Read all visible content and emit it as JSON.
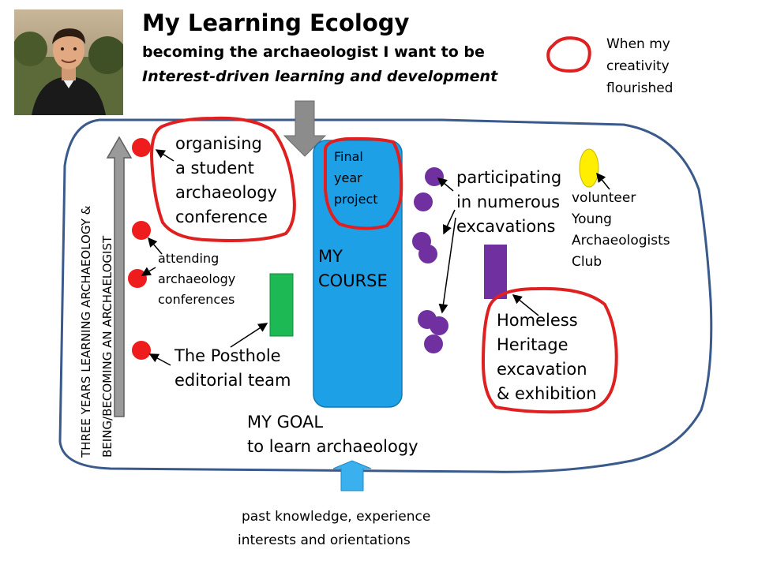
{
  "header": {
    "title": "My Learning Ecology",
    "subtitle": "becoming the archaeologist I want to be",
    "tagline": "Interest-driven learning and development"
  },
  "legend": {
    "line1": "When my",
    "line2": "creativity",
    "line3": "flourished",
    "marker_color": "#e02020"
  },
  "left_axis": {
    "line1": "THREE YEARS LEARNING ARCHAEOLOGY  &",
    "line2": "BEING/BECOMING AN ARCHAELOGIST"
  },
  "activities": {
    "conference": {
      "line1": "organising",
      "line2": "a student",
      "line3": "archaeology",
      "line4": "conference"
    },
    "attending": {
      "line1": "attending",
      "line2": "archaeology",
      "line3": "conferences"
    },
    "posthole": {
      "line1": "The Posthole",
      "line2": "editorial team"
    },
    "excavations": {
      "line1": "participating",
      "line2": "in numerous",
      "line3": "excavations"
    },
    "volunteer": {
      "line1": "volunteer",
      "line2": "Young",
      "line3": "Archaeologists",
      "line4": "Club"
    },
    "homeless": {
      "line1": "Homeless",
      "line2": "Heritage",
      "line3": "excavation",
      "line4": "& exhibition"
    }
  },
  "course": {
    "label_line1": "MY",
    "label_line2": "COURSE",
    "project_line1": "Final",
    "project_line2": "year",
    "project_line3": "project",
    "color": "#1ea0e6"
  },
  "goal": {
    "line1": "MY GOAL",
    "line2": "to learn archaeology"
  },
  "past": {
    "line1": "past knowledge, experience",
    "line2": "interests and orientations"
  },
  "colors": {
    "boundary": "#3a5a8c",
    "creativity_outline": "#e02020",
    "red_node": "#ee1c1c",
    "purple_node": "#7030a0",
    "green_node": "#1db954",
    "yellow_node": "#ffee00",
    "arrow_gray": "#8c8c8c",
    "arrow_blue": "#3ab0ee"
  }
}
